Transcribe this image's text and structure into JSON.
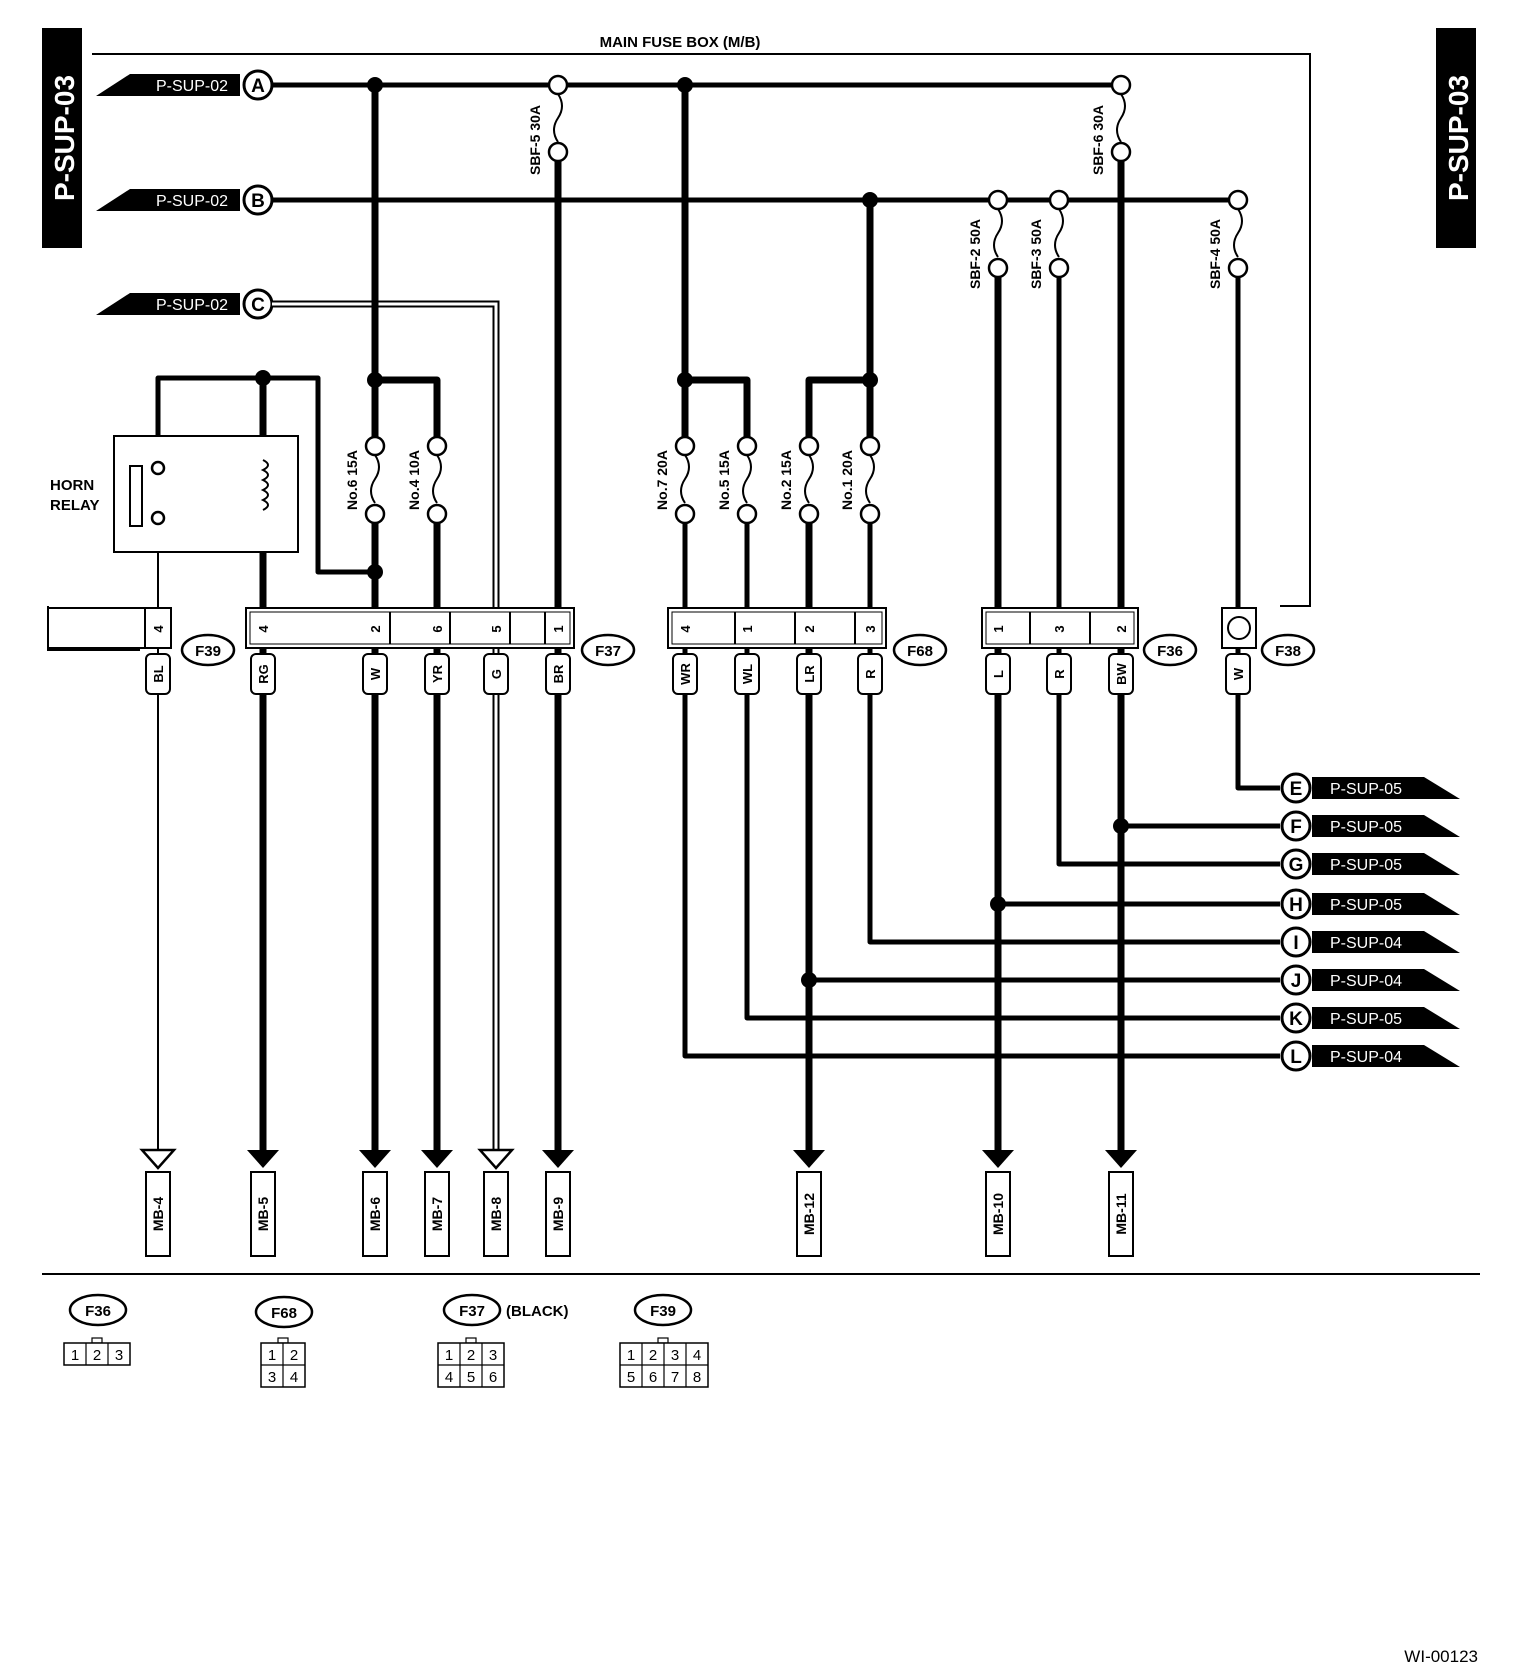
{
  "diagram": {
    "side_tag_left": "P-SUP-03",
    "side_tag_right": "P-SUP-03",
    "fuse_box_title": "MAIN FUSE BOX (M/B)",
    "relay_label_1": "HORN",
    "relay_label_2": "RELAY",
    "figure_id": "WI-00123",
    "inputs": [
      {
        "letter": "A",
        "ref": "P-SUP-02"
      },
      {
        "letter": "B",
        "ref": "P-SUP-02"
      },
      {
        "letter": "C",
        "ref": "P-SUP-02"
      }
    ],
    "fuses": [
      {
        "id": "sbf5",
        "label": "SBF-5 30A"
      },
      {
        "id": "sbf6",
        "label": "SBF-6 30A"
      },
      {
        "id": "sbf2",
        "label": "SBF-2 50A"
      },
      {
        "id": "sbf3",
        "label": "SBF-3 50A"
      },
      {
        "id": "sbf4",
        "label": "SBF-4 50A"
      },
      {
        "id": "no6",
        "label": "No.6 15A"
      },
      {
        "id": "no4",
        "label": "No.4 10A"
      },
      {
        "id": "no7",
        "label": "No.7 20A"
      },
      {
        "id": "no5",
        "label": "No.5 15A"
      },
      {
        "id": "no2",
        "label": "No.2 15A"
      },
      {
        "id": "no1",
        "label": "No.1 20A"
      }
    ],
    "connectors": [
      {
        "id": "F39",
        "label": "F39"
      },
      {
        "id": "F37",
        "label": "F37"
      },
      {
        "id": "F68",
        "label": "F68"
      },
      {
        "id": "F36",
        "label": "F36"
      },
      {
        "id": "F38",
        "label": "F38"
      }
    ],
    "pins": [
      {
        "pin": "4",
        "wire": "BL"
      },
      {
        "pin": "4",
        "wire": "RG"
      },
      {
        "pin": "2",
        "wire": "W"
      },
      {
        "pin": "6",
        "wire": "YR"
      },
      {
        "pin": "5",
        "wire": "G"
      },
      {
        "pin": "1",
        "wire": "BR"
      },
      {
        "pin": "4",
        "wire": "WR"
      },
      {
        "pin": "1",
        "wire": "WL"
      },
      {
        "pin": "2",
        "wire": "LR"
      },
      {
        "pin": "3",
        "wire": "R"
      },
      {
        "pin": "1",
        "wire": "L"
      },
      {
        "pin": "3",
        "wire": "R"
      },
      {
        "pin": "2",
        "wire": "BW"
      },
      {
        "pin": "",
        "wire": "W"
      }
    ],
    "outputs": [
      {
        "letter": "E",
        "ref": "P-SUP-05"
      },
      {
        "letter": "F",
        "ref": "P-SUP-05"
      },
      {
        "letter": "G",
        "ref": "P-SUP-05"
      },
      {
        "letter": "H",
        "ref": "P-SUP-05"
      },
      {
        "letter": "I",
        "ref": "P-SUP-04"
      },
      {
        "letter": "J",
        "ref": "P-SUP-04"
      },
      {
        "letter": "K",
        "ref": "P-SUP-05"
      },
      {
        "letter": "L",
        "ref": "P-SUP-04"
      }
    ],
    "terminals": [
      "MB-4",
      "MB-5",
      "MB-6",
      "MB-7",
      "MB-8",
      "MB-9",
      "MB-12",
      "MB-10",
      "MB-11"
    ],
    "legend": {
      "f36": {
        "label": "F36",
        "rows": [
          [
            "1",
            "2",
            "3"
          ]
        ]
      },
      "f68": {
        "label": "F68",
        "rows": [
          [
            "1",
            "2"
          ],
          [
            "3",
            "4"
          ]
        ]
      },
      "f37": {
        "label": "F37",
        "note": "(BLACK)",
        "rows": [
          [
            "1",
            "2",
            "3"
          ],
          [
            "4",
            "5",
            "6"
          ]
        ]
      },
      "f39": {
        "label": "F39",
        "rows": [
          [
            "1",
            "2",
            "3",
            "4"
          ],
          [
            "5",
            "6",
            "7",
            "8"
          ]
        ]
      }
    }
  }
}
